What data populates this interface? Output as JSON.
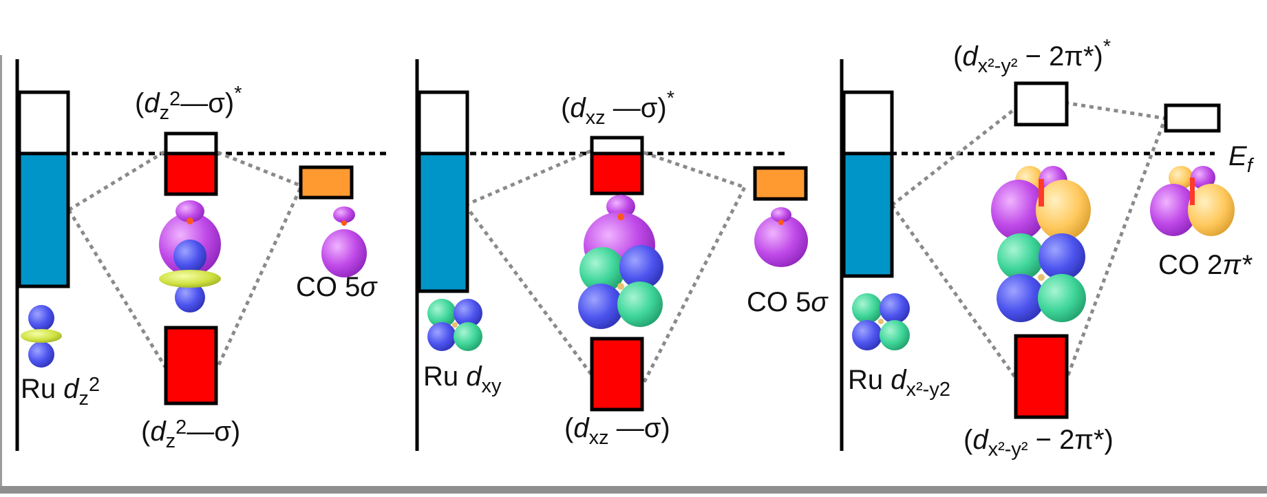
{
  "colors": {
    "occupied_band": "#0095c8",
    "bonding": "#ff0000",
    "co_5sigma": "#ff9a30",
    "lobe_purple": "#c34fec",
    "lobe_blue": "#4f55f0",
    "lobe_green": "#3fd69a",
    "lobe_yellow": "#d5e74b",
    "lobe_orange": "#ffc85c",
    "connector": "#8a8a8a"
  },
  "fermi_label": {
    "main": "E",
    "sub": "f"
  },
  "panels": [
    {
      "metal_label": {
        "text": "Ru ",
        "orb": "d",
        "sub": "z",
        "sup": "2"
      },
      "anti_label": {
        "open": "(",
        "orb": "d",
        "sub": "z",
        "sup": "2",
        "bond": "—σ)",
        "star": "*"
      },
      "bond_label": {
        "open": "(",
        "orb": "d",
        "sub": "z",
        "sup": "2",
        "bond": "—σ)"
      },
      "partner_label": {
        "text": "CO 5",
        "sym": "σ"
      }
    },
    {
      "metal_label": {
        "text": "Ru ",
        "orb": "d",
        "sub": "xy"
      },
      "anti_label": {
        "open": "(",
        "orb": "d",
        "sub": "xz",
        "bond": " —σ)",
        "star": "*"
      },
      "bond_label": {
        "open": "(",
        "orb": "d",
        "sub": "xz",
        "bond": " —σ)"
      },
      "partner_label": {
        "text": "CO 5",
        "sym": "σ"
      }
    },
    {
      "metal_label": {
        "text": "Ru ",
        "orb": "d",
        "sub": "x²-y2"
      },
      "anti_label": {
        "open": "(",
        "orb": "d",
        "sub": "x²-y²",
        "bond": " − 2π*)",
        "star": "*"
      },
      "bond_label": {
        "open": "(",
        "orb": "d",
        "sub": "x²-y²",
        "bond": " − 2π*)"
      },
      "partner_label": {
        "text": "CO 2",
        "sym": "π*"
      }
    }
  ]
}
